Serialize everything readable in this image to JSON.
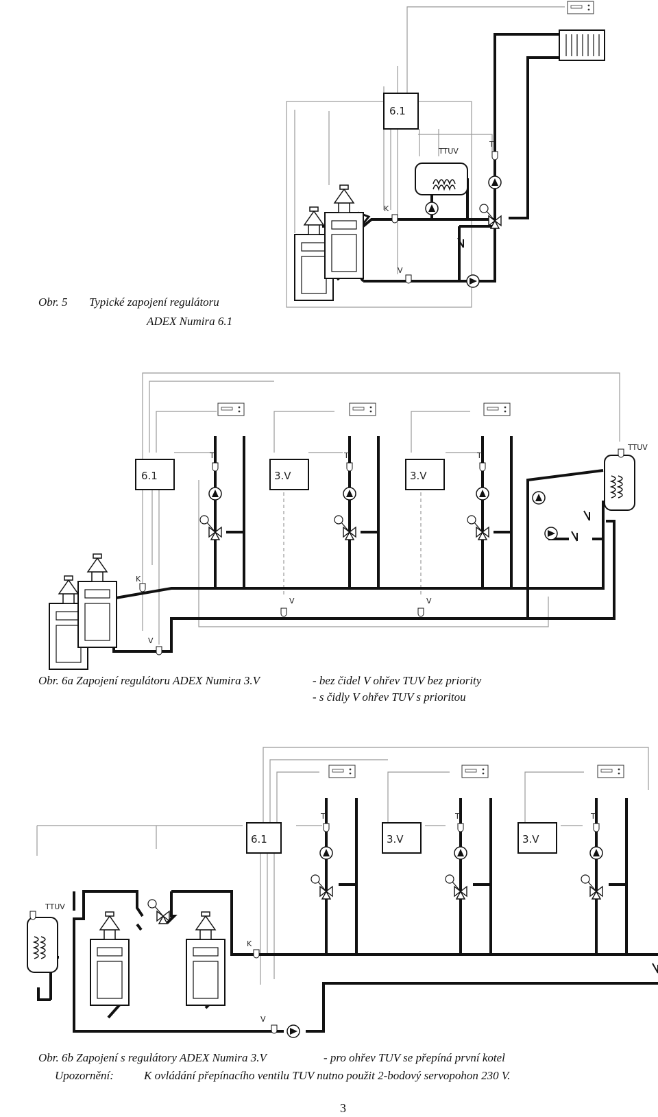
{
  "figure5": {
    "caption_number": "Obr. 5",
    "caption_text_1": "Typické zapojení regulátoru",
    "caption_text_2": "ADEX Numira 6.1",
    "controller_label": "6.1",
    "tank_label": "TTUV",
    "sensor_labels": {
      "t": "T",
      "k": "K",
      "v": "V"
    }
  },
  "figure6a": {
    "caption": "Obr. 6a  Zapojení regulátoru ADEX Numira 3.V",
    "note_1": "- bez čidel V ohřev TUV bez priority",
    "note_2": "- s čidly V ohřev TUV s prioritou",
    "controller_labels": [
      "6.1",
      "3.V",
      "3.V"
    ],
    "tank_label": "TTUV",
    "sensor_labels": {
      "t": "T",
      "k": "K",
      "v": "V"
    }
  },
  "figure6b": {
    "caption": "Obr. 6b  Zapojení s regulátory ADEX Numira 3.V",
    "note": "- pro ohřev TUV se přepíná první kotel",
    "warning_label": "Upozornění:",
    "warning_text": "K ovládání přepínacího ventilu TUV nutno použit 2-bodový servopohon 230 V.",
    "controller_labels": [
      "6.1",
      "3.V",
      "3.V"
    ],
    "tank_label": "TTUV",
    "sensor_labels": {
      "t": "T",
      "k": "K",
      "v": "V"
    }
  },
  "page_number": "3"
}
